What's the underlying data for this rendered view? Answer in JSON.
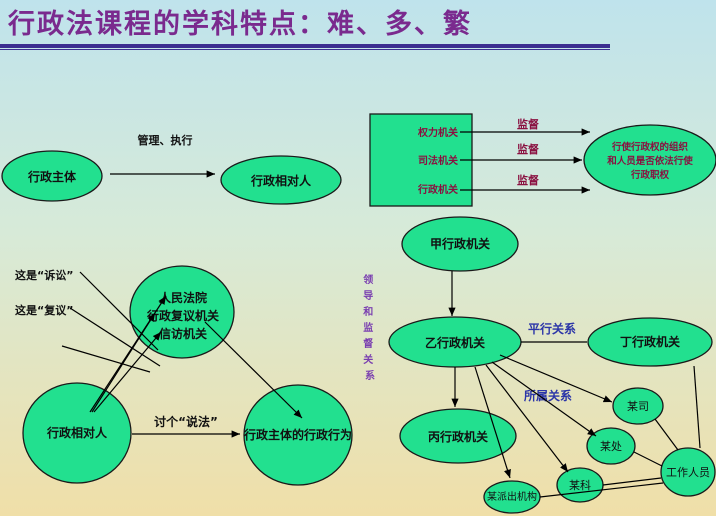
{
  "title": "行政法课程的学科特点：难、多、繁",
  "left_top": {
    "subject": "行政主体",
    "counterpart": "行政相对人",
    "arrow_label": "管理、执行"
  },
  "left_bottom": {
    "label_lawsuit": "这是“诉讼”",
    "label_review": "这是“复议”",
    "bodies": [
      "人民法院",
      "行政复议机关",
      "信访机关"
    ],
    "counterpart": "行政相对人",
    "action": "行政主体的行政行为",
    "arrow_label": "讨个“说法”"
  },
  "right_top": {
    "organs": [
      "权力机关",
      "司法机关",
      "行政机关"
    ],
    "supervise": "监督",
    "target": "行使行政权的组织和人员是否依法行使行政职权"
  },
  "vertical_label": "领导和监督关系",
  "right_bottom": {
    "a": "甲行政机关",
    "b": "乙行政机关",
    "c": "丙行政机关",
    "d": "丁行政机关",
    "parallel": "平行关系",
    "subordinate": "所属关系",
    "si": "某司",
    "chu": "某处",
    "ke": "某科",
    "office": "某派出机构",
    "staff": "工作人员"
  }
}
